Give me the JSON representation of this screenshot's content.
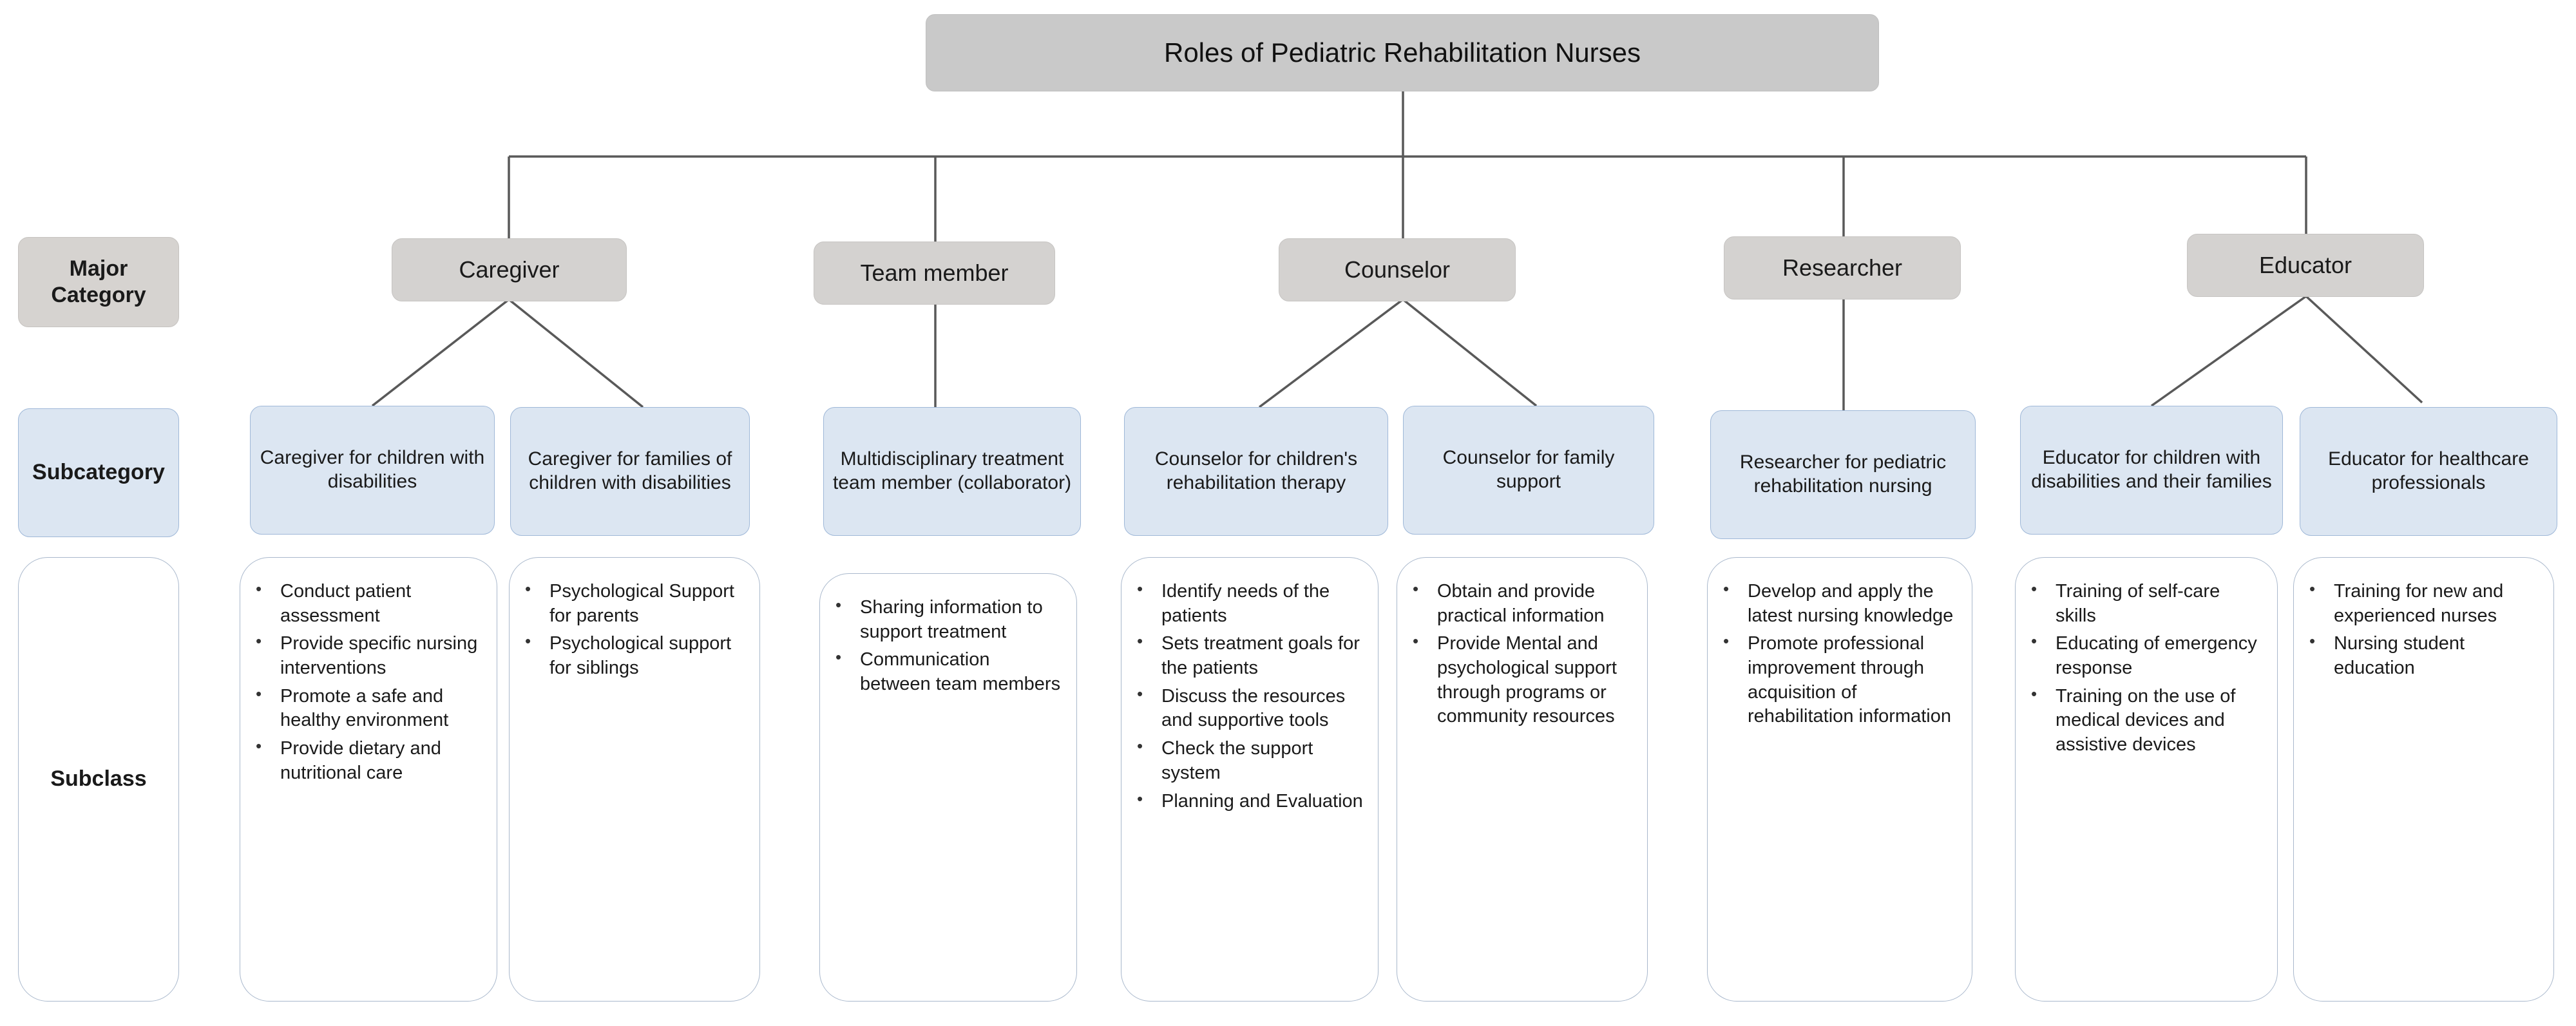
{
  "diagram": {
    "root": {
      "label": "Roles of Pediatric Rehabilitation Nurses"
    },
    "row_labels": {
      "major": "Major\nCategory",
      "major_line1": "Major",
      "major_line2": "Category",
      "subcategory": "Subcategory",
      "subclass": "Subclass"
    },
    "colors": {
      "root_fill": "#c9c9c9",
      "major_fill": "#d4d2d0",
      "subcategory_fill": "#dce6f2",
      "subcategory_border": "#9fb8d8",
      "subclass_fill": "#ffffff",
      "subclass_border": "#a9b8cc",
      "connector": "#595959"
    },
    "major_categories": [
      {
        "id": "caregiver",
        "label": "Caregiver"
      },
      {
        "id": "team-member",
        "label": "Team member"
      },
      {
        "id": "counselor",
        "label": "Counselor"
      },
      {
        "id": "researcher",
        "label": "Researcher"
      },
      {
        "id": "educator",
        "label": "Educator"
      }
    ],
    "subcategories": [
      {
        "id": "caregiver-children",
        "parent": "caregiver",
        "label": "Caregiver for children with disabilities"
      },
      {
        "id": "caregiver-families",
        "parent": "caregiver",
        "label": "Caregiver for families of children with disabilities"
      },
      {
        "id": "multidisciplinary-team",
        "parent": "team-member",
        "label": "Multidisciplinary treatment team member (collaborator)"
      },
      {
        "id": "counselor-children",
        "parent": "counselor",
        "label": "Counselor for children's rehabilitation therapy"
      },
      {
        "id": "counselor-family",
        "parent": "counselor",
        "label": "Counselor for family support"
      },
      {
        "id": "researcher-pediatric",
        "parent": "researcher",
        "label": "Researcher for pediatric rehabilitation nursing"
      },
      {
        "id": "educator-children",
        "parent": "educator",
        "label": "Educator for children with disabilities and their families"
      },
      {
        "id": "educator-professionals",
        "parent": "educator",
        "label": "Educator for healthcare professionals"
      }
    ],
    "subclasses": [
      {
        "id": "sub-caregiver-children",
        "parent": "caregiver-children",
        "items": [
          "Conduct patient assessment",
          "Provide specific nursing interventions",
          "Promote a safe and healthy environment",
          "Provide dietary and nutritional care"
        ]
      },
      {
        "id": "sub-caregiver-families",
        "parent": "caregiver-families",
        "items": [
          "Psychological Support for parents",
          "Psychological support for siblings"
        ]
      },
      {
        "id": "sub-multidisciplinary-team",
        "parent": "multidisciplinary-team",
        "items": [
          "Sharing information to support treatment",
          "Communication between team members"
        ]
      },
      {
        "id": "sub-counselor-children",
        "parent": "counselor-children",
        "items": [
          "Identify needs of the patients",
          "Sets treatment goals for the patients",
          "Discuss the resources and supportive tools",
          "Check the support system",
          "Planning and Evaluation"
        ]
      },
      {
        "id": "sub-counselor-family",
        "parent": "counselor-family",
        "items": [
          "Obtain and provide practical information",
          "Provide Mental and psychological support through programs or community resources"
        ]
      },
      {
        "id": "sub-researcher-pediatric",
        "parent": "researcher-pediatric",
        "items": [
          "Develop and apply the latest nursing knowledge",
          "Promote professional improvement through acquisition of rehabilitation information"
        ]
      },
      {
        "id": "sub-educator-children",
        "parent": "educator-children",
        "items": [
          "Training of self-care skills",
          "Educating of emergency response",
          "Training on the use of medical devices and assistive devices"
        ]
      },
      {
        "id": "sub-educator-professionals",
        "parent": "educator-professionals",
        "items": [
          "Training for new and experienced nurses",
          "Nursing student education"
        ]
      }
    ]
  }
}
